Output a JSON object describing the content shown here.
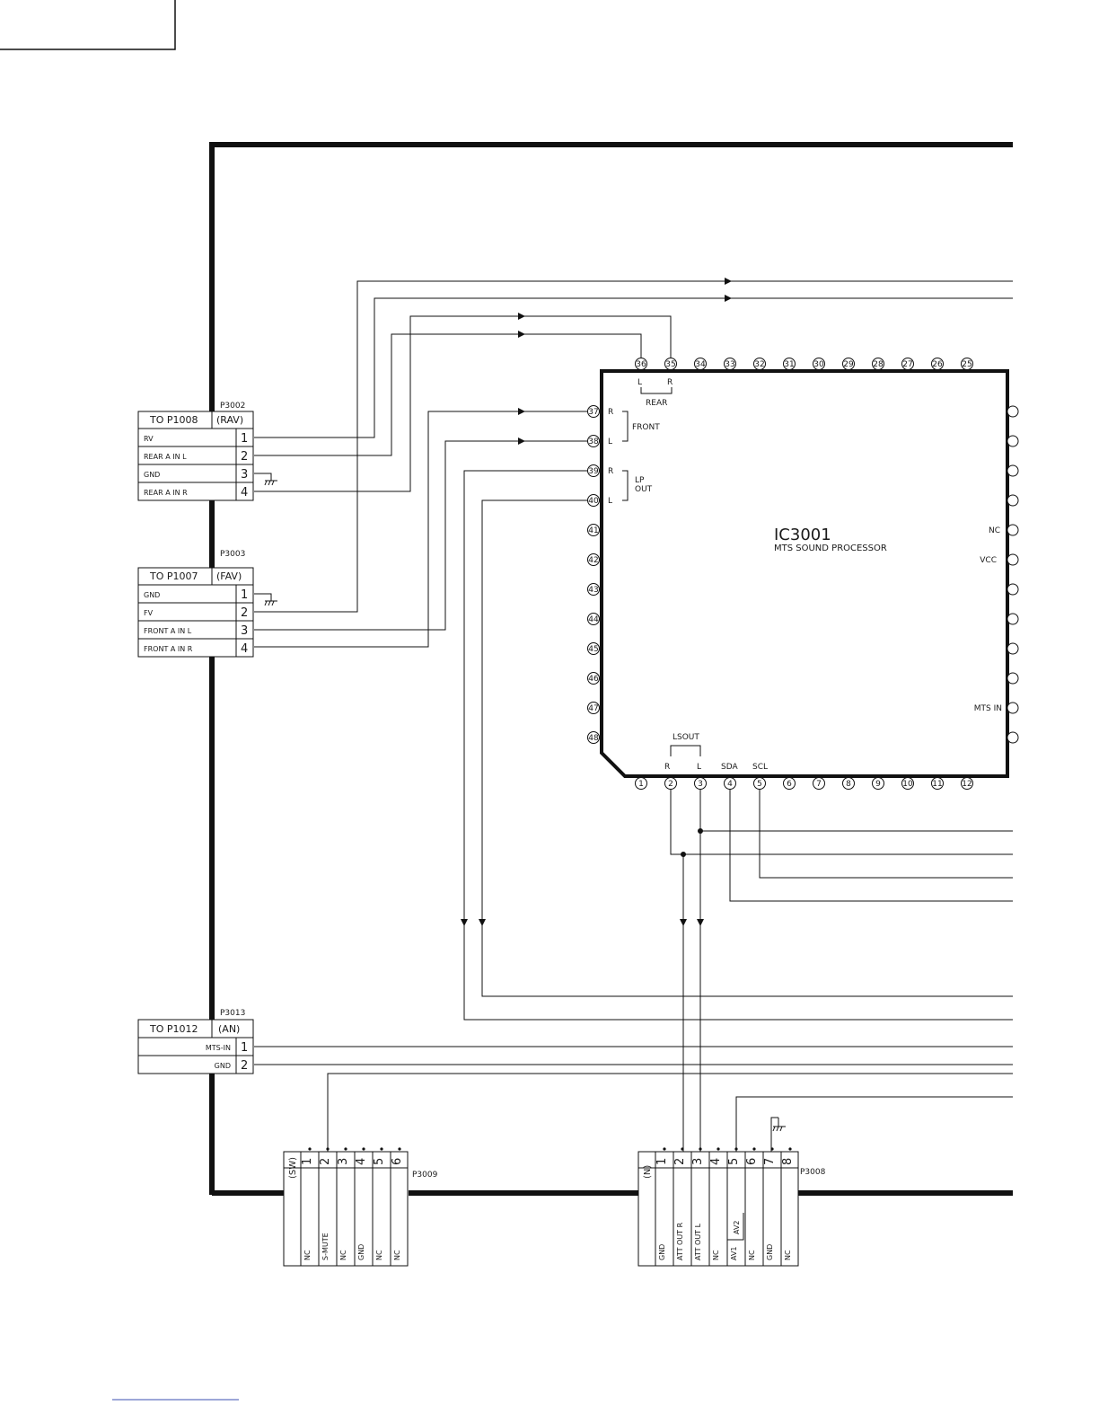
{
  "ic": {
    "ref": "IC3001",
    "name": "MTS SOUND PROCESSOR",
    "top_pins": [
      "36",
      "35",
      "34",
      "33",
      "32",
      "31",
      "30",
      "29",
      "28",
      "27",
      "26",
      "25"
    ],
    "left_pins": [
      "37",
      "38",
      "39",
      "40",
      "41",
      "42",
      "43",
      "44",
      "45",
      "46",
      "47",
      "48"
    ],
    "bottom_pins": [
      "1",
      "2",
      "3",
      "4",
      "5",
      "6",
      "7",
      "8",
      "9",
      "10",
      "11",
      "12"
    ],
    "right_labels": {
      "nc": "NC",
      "vcc": "VCC",
      "mts_in": "MTS IN"
    },
    "inner_labels": {
      "rear": "REAR",
      "rear_l": "L",
      "rear_r": "R",
      "front": "FRONT",
      "front_r": "R",
      "front_l": "L",
      "lp": "LP",
      "lp_out": "OUT",
      "lp_r": "R",
      "lp_l": "L",
      "lsout": "LSOUT",
      "lsout_r": "R",
      "lsout_l": "L",
      "sda": "SDA",
      "scl": "SCL"
    }
  },
  "connectors": {
    "p3002": {
      "ref": "P3002",
      "title": "TO P1008",
      "tag": "(RAV)",
      "pins": [
        {
          "label": "RV",
          "num": "1"
        },
        {
          "label": "REAR A IN L",
          "num": "2"
        },
        {
          "label": "GND",
          "num": "3"
        },
        {
          "label": "REAR A IN R",
          "num": "4"
        }
      ]
    },
    "p3003": {
      "ref": "P3003",
      "title": "TO P1007",
      "tag": "(FAV)",
      "pins": [
        {
          "label": "GND",
          "num": "1"
        },
        {
          "label": "FV",
          "num": "2"
        },
        {
          "label": "FRONT A IN L",
          "num": "3"
        },
        {
          "label": "FRONT A IN R",
          "num": "4"
        }
      ]
    },
    "p3013": {
      "ref": "P3013",
      "title": "TO P1012",
      "tag": "(AN)",
      "pins": [
        {
          "label": "MTS-IN",
          "num": "1"
        },
        {
          "label": "GND",
          "num": "2"
        }
      ]
    },
    "p3009": {
      "ref": "P3009",
      "tag": "(SW)",
      "pins": [
        {
          "num": "1",
          "label": "NC"
        },
        {
          "num": "2",
          "label": "S-MUTE"
        },
        {
          "num": "3",
          "label": "NC"
        },
        {
          "num": "4",
          "label": "GND"
        },
        {
          "num": "5",
          "label": "NC"
        },
        {
          "num": "6",
          "label": "NC"
        }
      ]
    },
    "p3008": {
      "ref": "P3008",
      "tag": "(N)",
      "av2_label": "AV2",
      "pins": [
        {
          "num": "1",
          "label": "GND"
        },
        {
          "num": "2",
          "label": "ATT OUT R"
        },
        {
          "num": "3",
          "label": "ATT OUT L"
        },
        {
          "num": "4",
          "label": "NC"
        },
        {
          "num": "5",
          "label": "AV1"
        },
        {
          "num": "6",
          "label": "NC"
        },
        {
          "num": "7",
          "label": "GND"
        },
        {
          "num": "8",
          "label": "NC"
        }
      ]
    }
  }
}
